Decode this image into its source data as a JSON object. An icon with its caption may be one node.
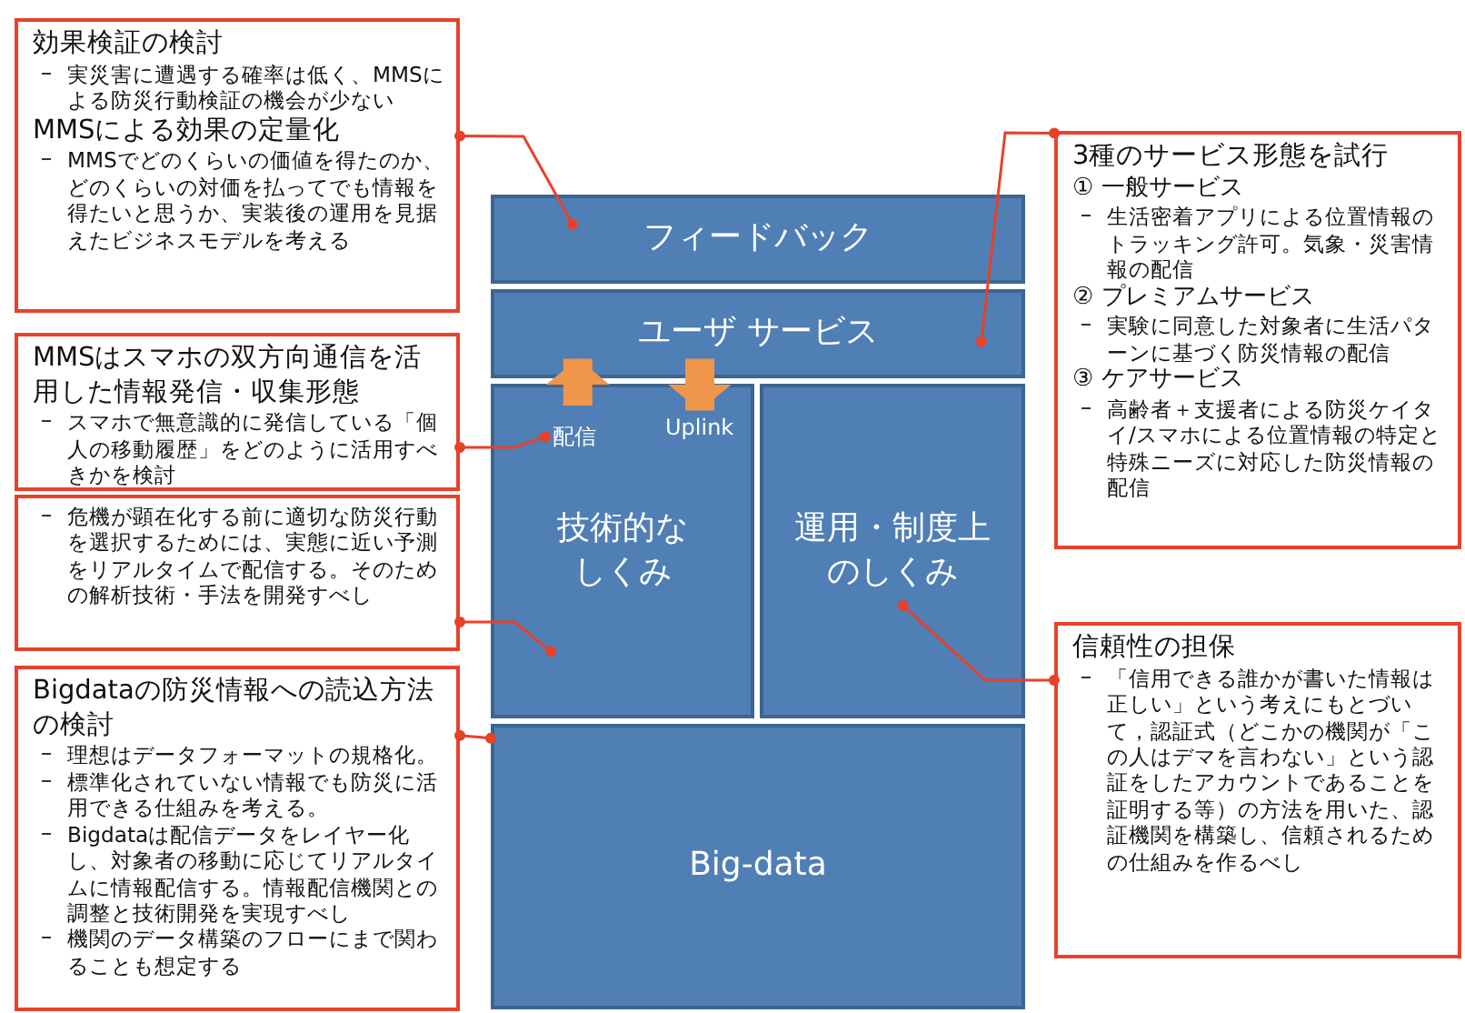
{
  "diagram": {
    "nodes": [
      {
        "text": [
          "効果検証の検討",
          "実災害に遭遇する確率は低く、MMSによる防災行動検証の機会が少ない",
          "MMSによる効果の定量化",
          "MMSでどのくらいの価値を得たのか、どのくらいの対価を払ってでも情報を得たいと思うか、実装後の運用を見据えたビジネスモデルを考える"
        ]
      },
      {
        "text": [
          "MMSはスマホの双方向通信を活用した情報発信・収集形態",
          "スマホで無意識的に発信している「個人の移動履歴」をどのように活用すべきかを検討"
        ]
      },
      {
        "text": [
          "危機が顕在化する前に適切な防災行動を選択するためには、実態に近い予測をリアルタイムで配信する。そのための解析技術・手法を開発すべし"
        ]
      },
      {
        "text": [
          "Bigdataの防災情報への読込方法の検討",
          "理想はデータフォーマットの規格化。",
          "標準化されていない情報でも防災に活用できる仕組みを考える。",
          "Bigdataは配信データをレイヤー化し、対象者の移動に応じてリアルタイムに情報配信する。情報配信機関との調整と技術開発を実現すべし",
          "機関のデータ構築のフローにまで関わることも想定する"
        ]
      },
      {
        "text": [
          "3種のサービス形態を試行",
          "① 一般サービス",
          "生活密着アプリによる位置情報のトラッキング許可。気象・災害情報の配信",
          "② プレミアムサービス",
          "実験に同意した対象者に生活パターンに基づく防災情報の配信",
          "③ ケアサービス",
          "高齢者＋支援者による防災ケイタイ/スマホによる位置情報の特定と特殊ニーズに対応した防災情報の配信"
        ]
      },
      {
        "text": [
          "信頼性の担保",
          "「信用できる誰かが書いた情報は正しい」という考えにもとづいて，認証式（どこかの機関が「この人はデマを言わない」という認証をしたアカウントであることを証明する等）の方法を用いた、認証機関を構築し、信頼されるための仕組みを作るべし"
        ]
      },
      {
        "text": [
          "フィードバック"
        ]
      },
      {
        "text": [
          "ユーザ サービス"
        ]
      },
      {
        "text": [
          "技術的なしくみ"
        ]
      },
      {
        "text": [
          "運用・制度上のしくみ"
        ]
      },
      {
        "text": [
          "配信"
        ],
        "in": 8
      },
      {
        "text": [
          "Big-data"
        ]
      }
    ],
    "edges": [
      {
        "from": 0,
        "to": 6,
        "arrow": "other"
      },
      {
        "from": 1,
        "to": 10,
        "arrow": "other"
      },
      {
        "from": 2,
        "to": 8,
        "arrow": "other"
      },
      {
        "from": 3,
        "to": 11,
        "arrow": "other"
      },
      {
        "from": 4,
        "to": 7,
        "arrow": "other"
      },
      {
        "from": 5,
        "to": 9,
        "arrow": "other"
      },
      {
        "from": 8,
        "to": 7,
        "arrow": "to",
        "style": "thick",
        "color": "#f0964a"
      },
      {
        "from": 7,
        "to": 8,
        "arrow": "to",
        "style": "thick",
        "color": "#f0964a"
      }
    ],
    "labels": [
      "Uplink"
    ]
  }
}
